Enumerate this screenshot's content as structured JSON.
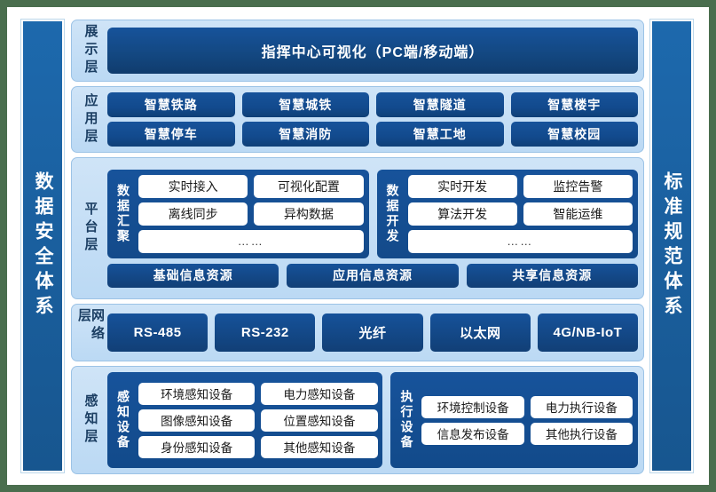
{
  "sidebars": {
    "left": {
      "label": "数据安全体系"
    },
    "right": {
      "label": "标准规范体系"
    }
  },
  "layers": {
    "display": {
      "name": "展示层",
      "bar": "指挥中心可视化（PC端/移动端）"
    },
    "application": {
      "name": "应用层",
      "items": [
        "智慧铁路",
        "智慧城铁",
        "智慧隧道",
        "智慧楼宇",
        "智慧停车",
        "智慧消防",
        "智慧工地",
        "智慧校园"
      ]
    },
    "platform": {
      "name": "平台层",
      "groups": [
        {
          "name": "数据汇聚",
          "row1": [
            "实时接入",
            "可视化配置"
          ],
          "row2": [
            "离线同步",
            "异构数据"
          ],
          "row3": "……"
        },
        {
          "name": "数据开发",
          "row1": [
            "实时开发",
            "监控告警"
          ],
          "row2": [
            "算法开发",
            "智能运维"
          ],
          "row3": "……"
        }
      ],
      "resources": [
        "基础信息资源",
        "应用信息资源",
        "共享信息资源"
      ]
    },
    "network": {
      "name": "网络层",
      "items": [
        "RS-485",
        "RS-232",
        "光纤",
        "以太网",
        "4G/NB-IoT"
      ]
    },
    "sensing": {
      "name": "感知层",
      "groups": [
        {
          "name": "感知设备",
          "row1": [
            "环境感知设备",
            "电力感知设备"
          ],
          "row2": [
            "图像感知设备",
            "位置感知设备"
          ],
          "row3": [
            "身份感知设备",
            "其他感知设备"
          ]
        },
        {
          "name": "执行设备",
          "row1": [
            "环境控制设备",
            "电力执行设备"
          ],
          "row2": [
            "信息发布设备",
            "其他执行设备"
          ]
        }
      ]
    }
  },
  "colors": {
    "background": "#4a6e4e",
    "panel": "#ffffff",
    "layer_panel": "#c6dff5",
    "deep_blue": "#17539b",
    "navy": "#113f76",
    "sidebar_blue": "#1a5f9e"
  }
}
